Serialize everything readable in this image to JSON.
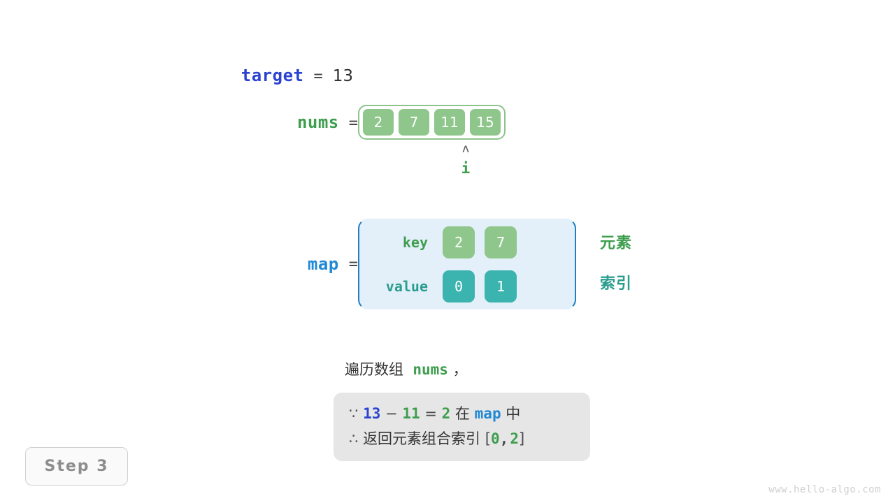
{
  "variables": {
    "target": {
      "name": "target",
      "equals": "=",
      "value": "13",
      "color": "#2b43d0"
    },
    "nums": {
      "name": "nums",
      "equals": "=",
      "color": "#3e9e4e"
    },
    "map": {
      "name": "map",
      "equals": "=",
      "color": "#2089d5"
    }
  },
  "array": {
    "values": [
      "2",
      "7",
      "11",
      "15"
    ],
    "cell_color": "#8fc68c",
    "frame_color": "#8cc48c"
  },
  "pointer": {
    "caret": "ʌ",
    "name": "i",
    "index": 2,
    "color": "#3e9e4e"
  },
  "map_table": {
    "row_labels": {
      "key": "key",
      "value": "value"
    },
    "keys": [
      "2",
      "7"
    ],
    "values": [
      "0",
      "1"
    ],
    "key_color": "#8fc68c",
    "value_color": "#3bb3af",
    "box_bg": "#e3f0fa",
    "box_border": "#1d7fc4",
    "arrow_color": "#8e8e8e"
  },
  "annotations": {
    "element": "元素",
    "index": "索引",
    "element_color": "#3e9e4e",
    "index_color": "#2a9d8f"
  },
  "explanation": {
    "lead_text": "遍历数组",
    "lead_code": "nums",
    "lead_comma": "，",
    "deduction": {
      "line1": {
        "symbol": "∵",
        "a": "13",
        "minus": "−",
        "b": "11",
        "equals": "=",
        "result": "2",
        "mid": "在",
        "container": "map",
        "tail": "中"
      },
      "line2": {
        "symbol": "∴",
        "text": "返回元素组合索引",
        "bracket_open": "[",
        "i1": "0",
        "comma": ",",
        "i2": "2",
        "bracket_close": "]"
      }
    }
  },
  "step_badge": {
    "label": "Step 3"
  },
  "watermark": {
    "text": "www.hello-algo.com"
  }
}
